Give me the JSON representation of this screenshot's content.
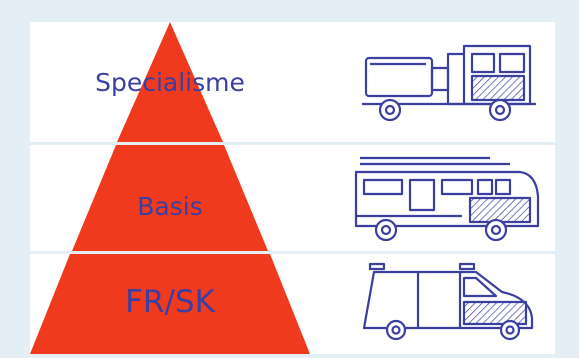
{
  "tiers": [
    {
      "label": "Specialisme",
      "vehicle_icon": "specialist-truck-icon"
    },
    {
      "label": "Basis",
      "vehicle_icon": "bus-icon"
    },
    {
      "label": "FR/SK",
      "vehicle_icon": "van-icon"
    }
  ],
  "colors": {
    "background": "#e3eef5",
    "pyramid": "#f03a1d",
    "text": "#3b3fa0",
    "icon_stroke": "#3b3fa0"
  }
}
